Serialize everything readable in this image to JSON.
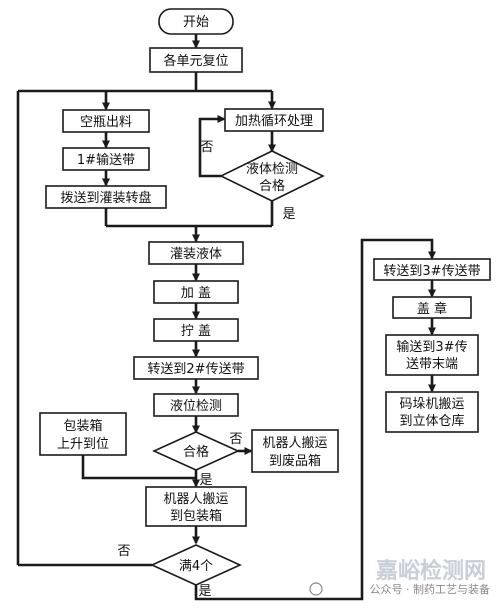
{
  "nodes": {
    "start": "开始",
    "reset": "各单元复位",
    "empty_bottle": "空瓶出料",
    "conveyor1": "1#输送带",
    "to_turntable": "拨送到灌装转盘",
    "heat_cycle": "加热循环处理",
    "liquid_check": [
      "液体检测",
      "合格"
    ],
    "fill_liquid": "灌装液体",
    "cap_on": "加 盖",
    "cap_screw": "拧 盖",
    "to_conveyor2": "转送到2#传送带",
    "level_check": "液位检测",
    "qualified": "合格",
    "robot_waste": [
      "机器人搬运",
      "到废品箱"
    ],
    "box_rise": [
      "包装箱",
      "上升到位"
    ],
    "robot_box": [
      "机器人搬运",
      "到包装箱"
    ],
    "full4": "满4个",
    "to_conveyor3": "转送到3#传送带",
    "stamp": "盖 章",
    "to_conveyor3_end": [
      "输送到3#传",
      "送带末端"
    ],
    "palletizer": [
      "码垛机搬运",
      "到立体仓库"
    ]
  },
  "labels": {
    "yes": "是",
    "no": "否"
  },
  "watermark": {
    "brand": "嘉峪检测网",
    "account": "公众号 · 制药工艺与装备"
  }
}
